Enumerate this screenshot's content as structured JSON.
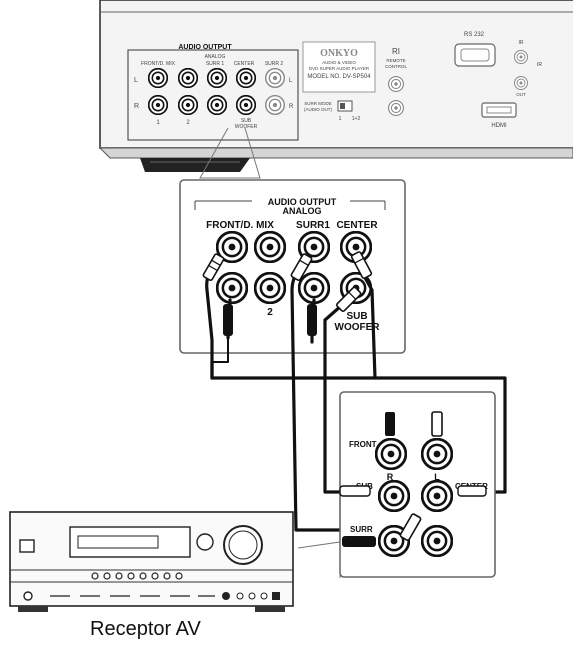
{
  "player_panel": {
    "audio_output": "AUDIO OUTPUT",
    "front_mix": "FRONT/D. MIX",
    "analog": "ANALOG",
    "surr1": "SURR 1",
    "center": "CENTER",
    "surr2": "SURR 2",
    "sub": "SUB",
    "woofer": "WOOFER",
    "col1": "1",
    "col2": "2",
    "row_l": "L",
    "row_r": "R",
    "brand": "ONKYO",
    "model_line1": "AUDIO & VIDEO",
    "model_line2": "DVD SUPER AUDIO PLAYER",
    "model_number": "MODEL NO. DV-SP504",
    "ri": "RI",
    "remote": "REMOTE",
    "control": "CONTROL",
    "surr_mode": "SURR MODE",
    "audio_out": "(AUDIO OUT)",
    "mode_1": "1",
    "mode_1p2": "1+2",
    "rs232": "RS 232",
    "ir": "IR",
    "ir_out": "OUT",
    "hdmi": "HDMI"
  },
  "zoom_panel": {
    "audio_output": "AUDIO OUTPUT",
    "analog": "ANALOG",
    "front_mix": "FRONT/D. MIX",
    "surr1": "SURR1",
    "center": "CENTER",
    "col2": "2",
    "sub": "SUB",
    "woofer": "WOOFER"
  },
  "receiver_panel": {
    "front": "FRONT",
    "r": "R",
    "l": "L",
    "sub": "SUB",
    "center": "CENTER",
    "surr": "SURR"
  },
  "caption": "Receptor AV"
}
